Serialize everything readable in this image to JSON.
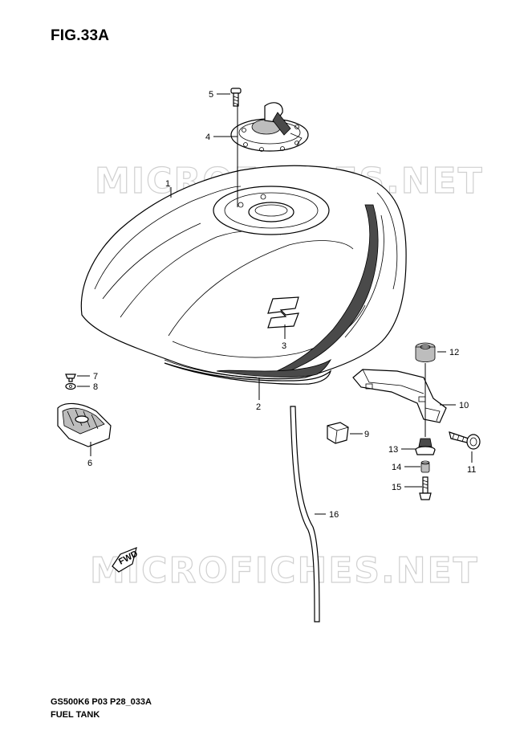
{
  "figure": {
    "title": "FIG.33A",
    "model_code": "GS500K6 P03 P28_033A",
    "section_name": "FUEL TANK"
  },
  "watermark": {
    "text": "MICROFICHES.NET",
    "color": "#d0d0d0"
  },
  "fwd_marker": {
    "label": "FWD"
  },
  "callouts": {
    "c1": "1",
    "c2": "2",
    "c3": "3",
    "c4": "4",
    "c5": "5",
    "c6": "6",
    "c7": "7",
    "c8": "8",
    "c9": "9",
    "c10": "10",
    "c11": "11",
    "c12": "12",
    "c13": "13",
    "c14": "14",
    "c15": "15",
    "c16": "16"
  }
}
